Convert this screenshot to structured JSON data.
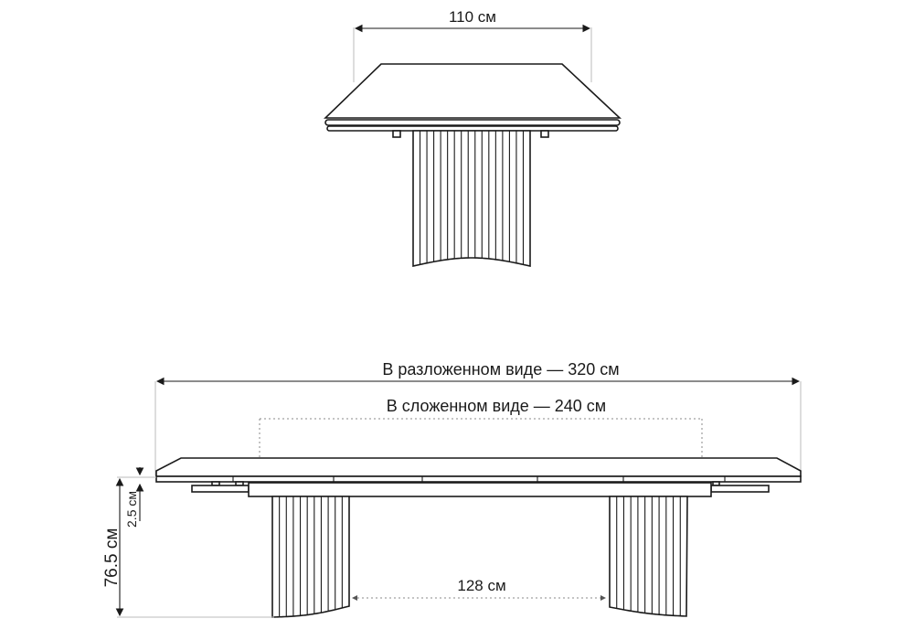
{
  "top_view": {
    "width_label": "110 см"
  },
  "side_view": {
    "extended_label": "В разложенном виде — 320 см",
    "folded_label": "В сложенном виде — 240 см",
    "leg_spacing_label": "128 см",
    "height_label": "76.5 см",
    "top_thickness_label": "2.5 см"
  },
  "colors": {
    "line": "#1a1a1a",
    "dimension_guide": "#888888"
  }
}
